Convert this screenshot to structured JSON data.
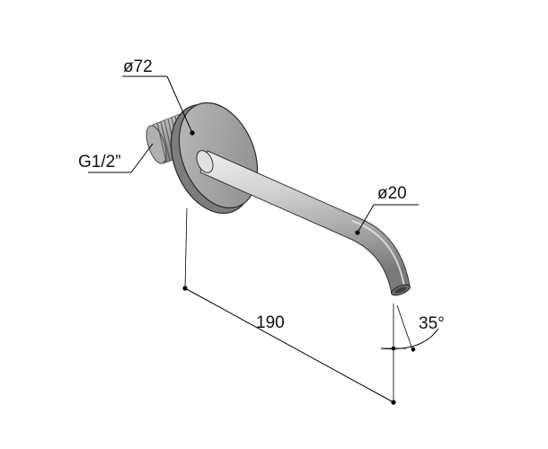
{
  "labels": {
    "flange_diameter": "ø72",
    "thread": "G1/2”",
    "spout_diameter": "ø20",
    "length": "190",
    "angle": "35°"
  },
  "colors": {
    "line": "#000000",
    "text": "#111111",
    "flange_face": "#a9a9a9",
    "flange_edge": "#7a7a7a",
    "spout_light": "#e6e6e6",
    "spout_mid": "#b5b5b5",
    "spout_dark": "#7d7d7d",
    "thread": "#9a9a9a"
  }
}
